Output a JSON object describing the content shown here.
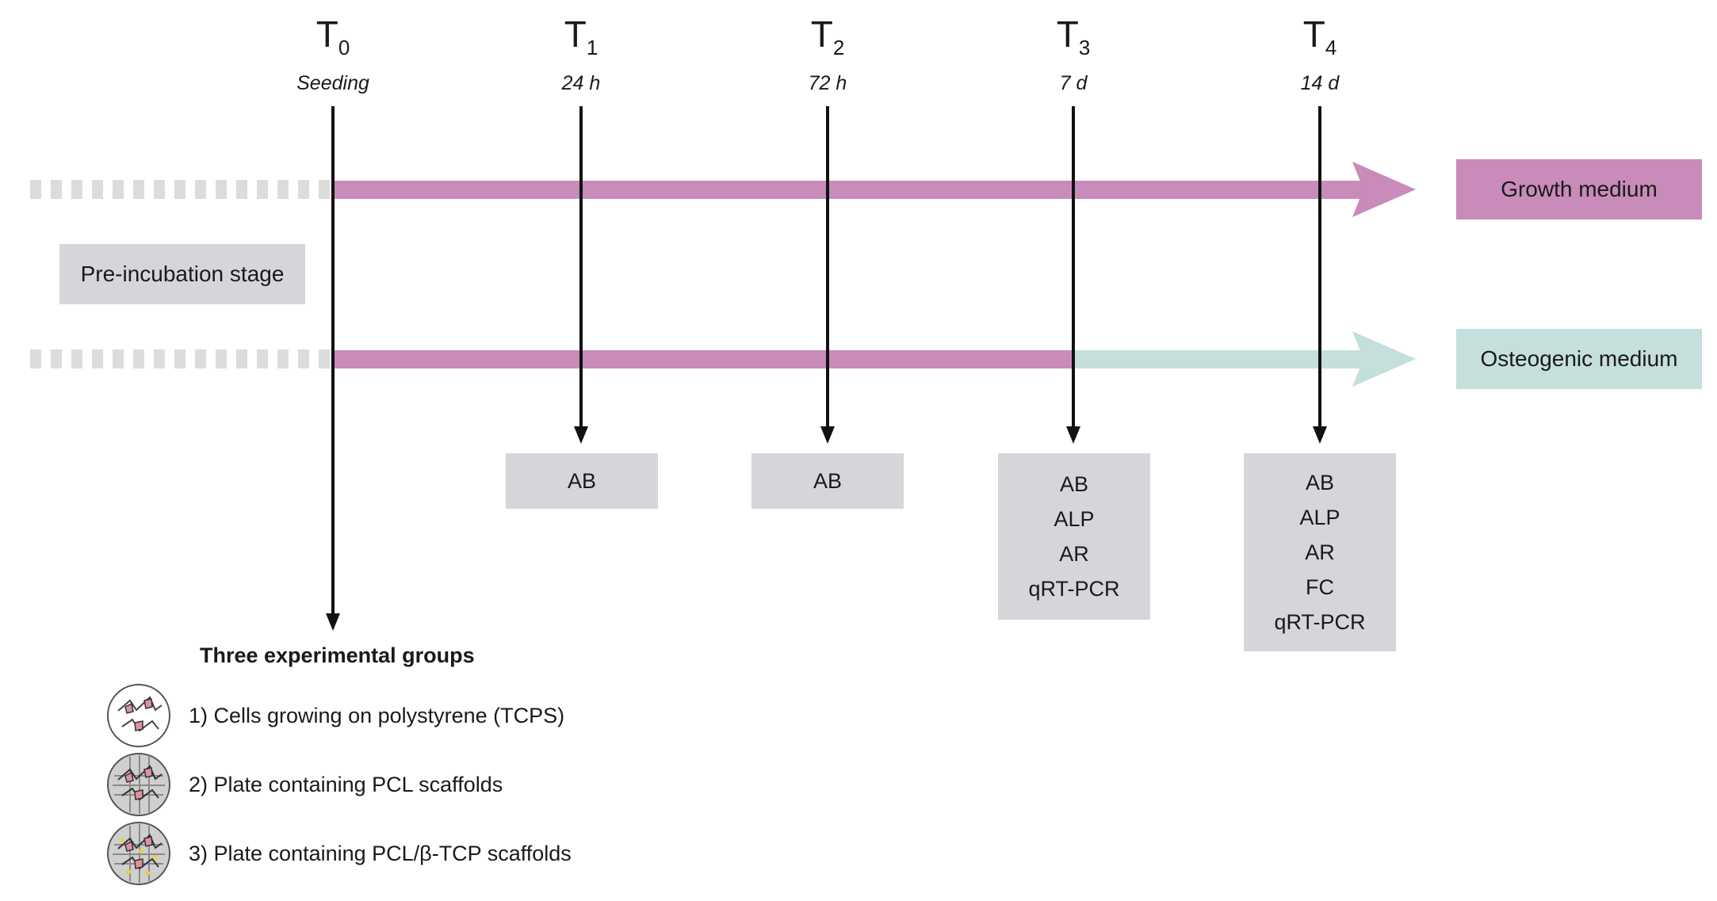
{
  "timepoints": [
    {
      "label": "T",
      "sub": "0",
      "time": "Seeding"
    },
    {
      "label": "T",
      "sub": "1",
      "time": "24 h"
    },
    {
      "label": "T",
      "sub": "2",
      "time": "72 h"
    },
    {
      "label": "T",
      "sub": "3",
      "time": "7 d"
    },
    {
      "label": "T",
      "sub": "4",
      "time": "14 d"
    }
  ],
  "media": {
    "growth_label": "Growth medium",
    "osteogenic_label": "Osteogenic medium"
  },
  "preincubation_label": "Pre-incubation stage",
  "assays": {
    "t1": [
      "AB"
    ],
    "t2": [
      "AB"
    ],
    "t3": [
      "AB",
      "ALP",
      "AR",
      "qRT-PCR"
    ],
    "t4": [
      "AB",
      "ALP",
      "AR",
      "FC",
      "qRT-PCR"
    ]
  },
  "groups": {
    "title": "Three experimental groups",
    "items": [
      "1) Cells growing on polystyrene (TCPS)",
      "2) Plate containing PCL scaffolds",
      "3) Plate containing PCL/β-TCP scaffolds"
    ]
  },
  "colors": {
    "growth": "#c98bb9",
    "osteogenic": "#c4dfdc",
    "box": "#d5d6da",
    "dashes": "#dcdcdc",
    "arrow": "#111111"
  }
}
